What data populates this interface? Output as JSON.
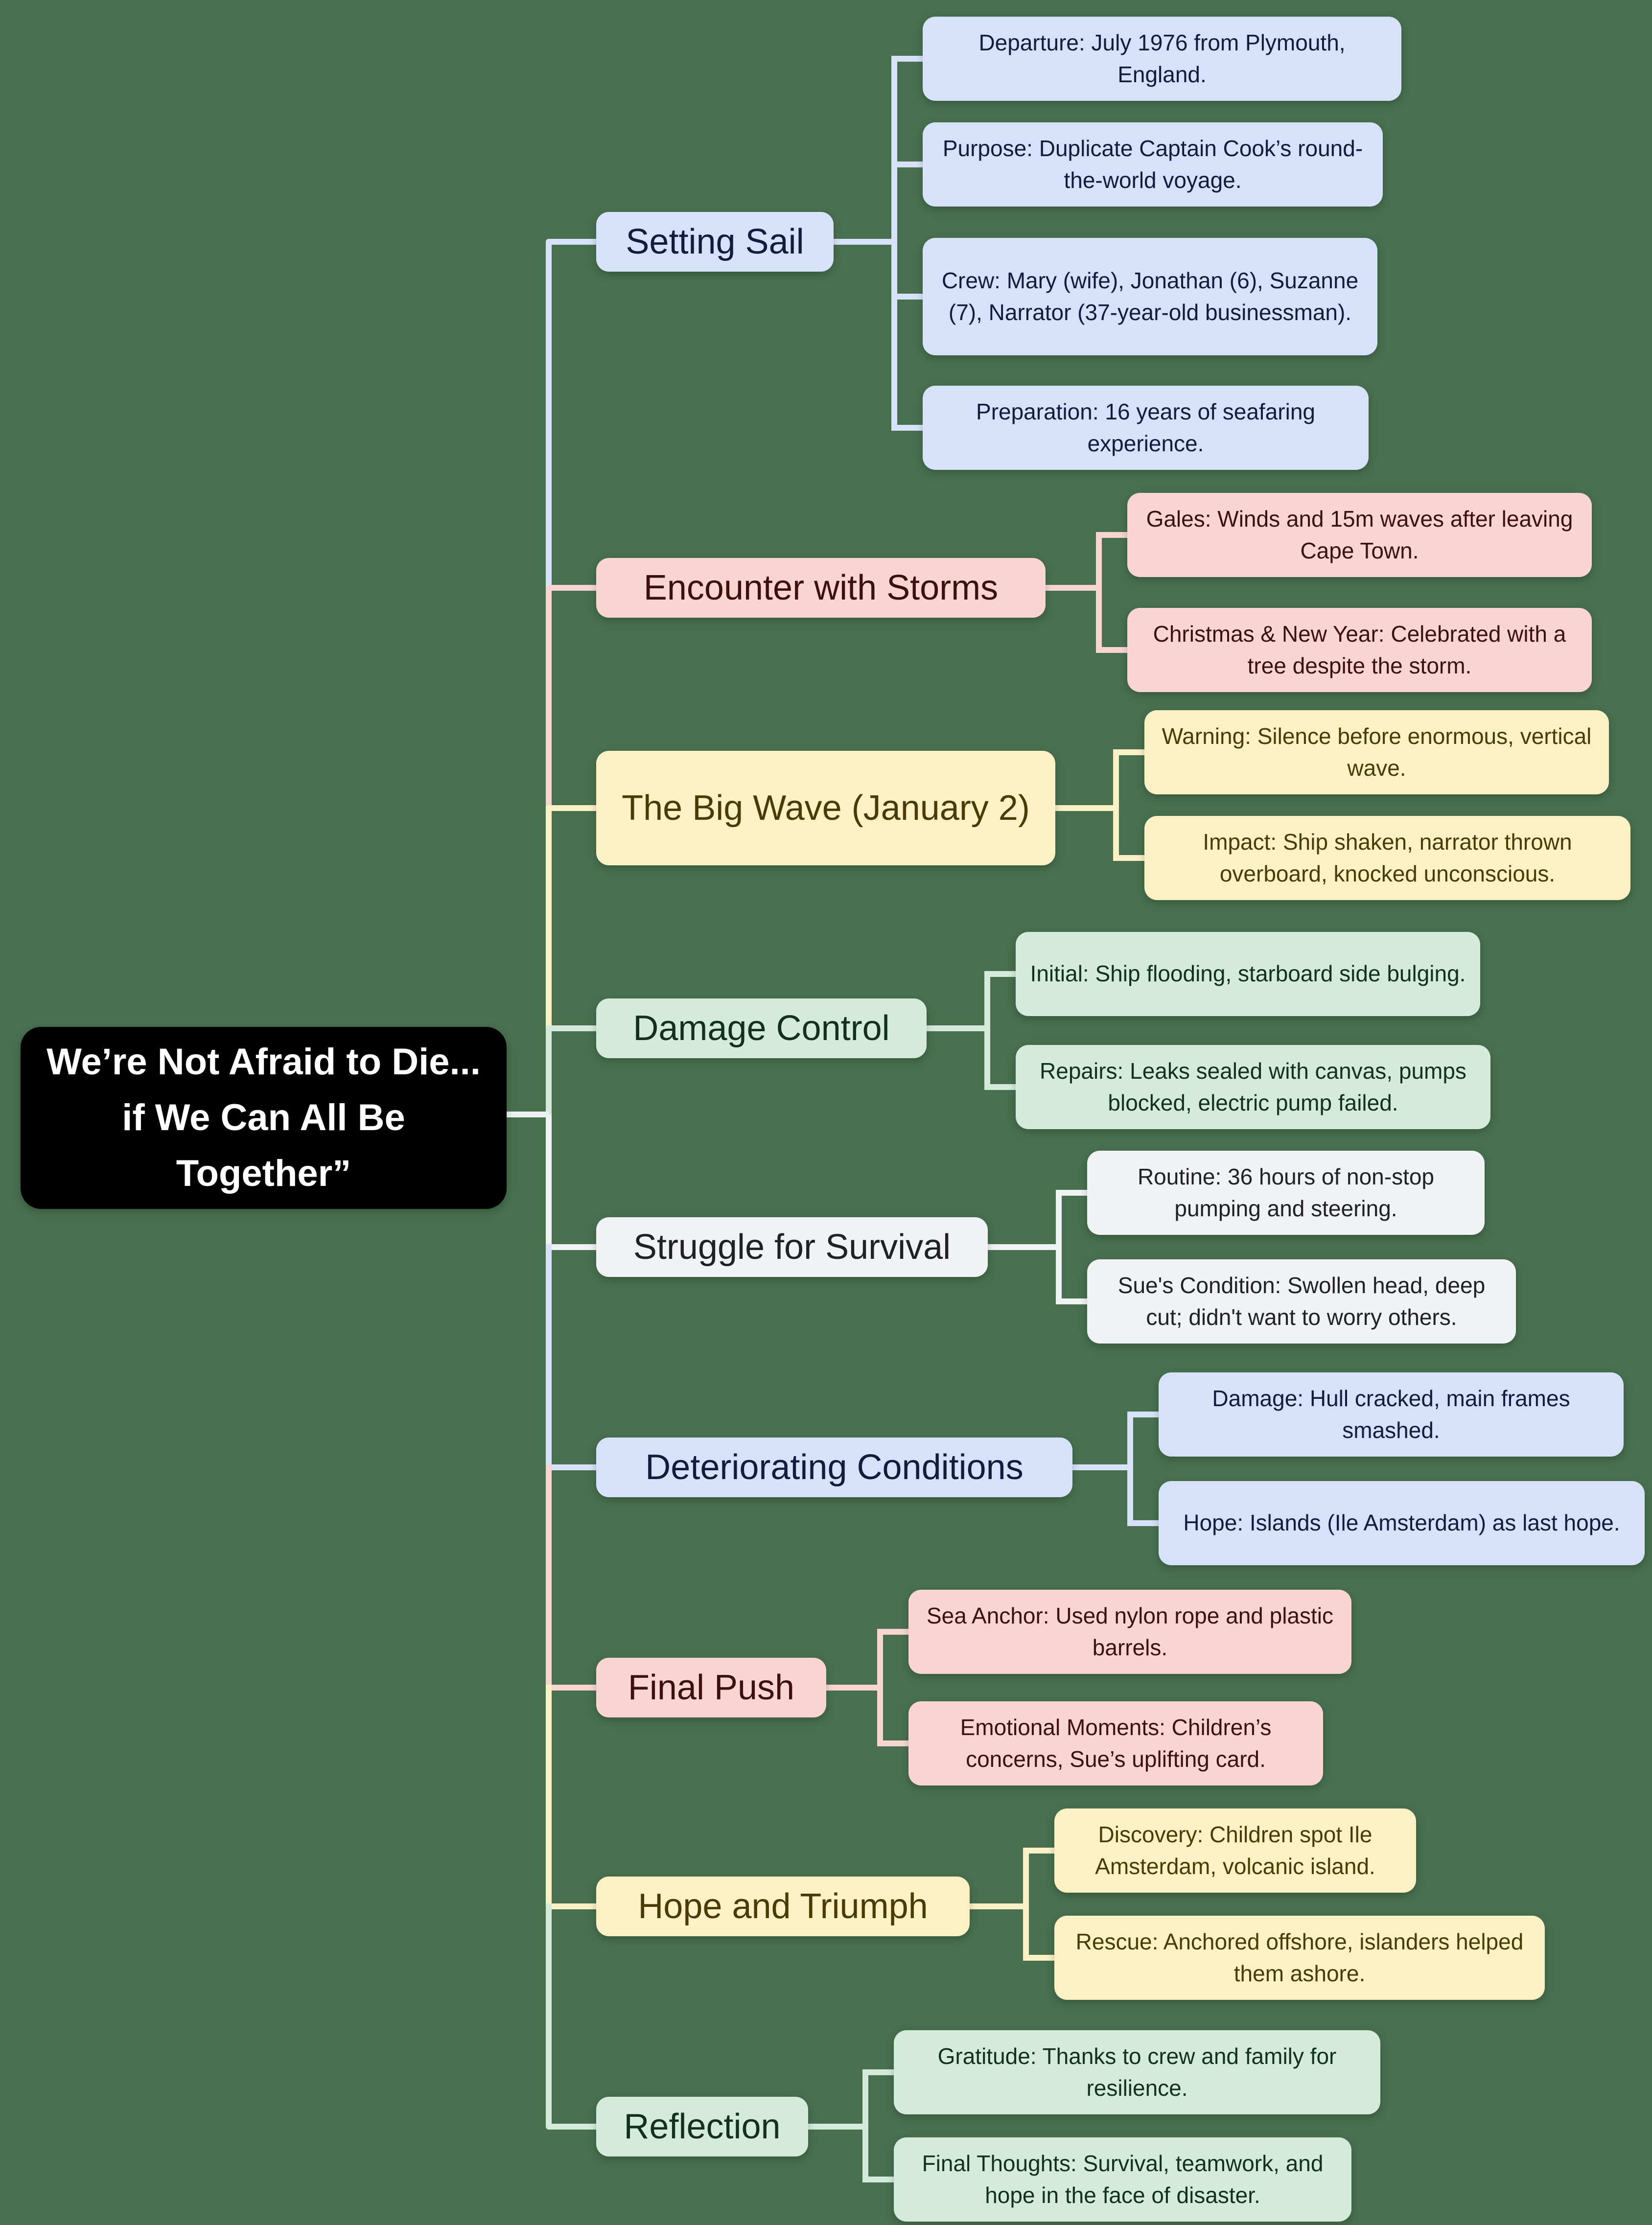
{
  "background_color": "#48704f",
  "root": {
    "title": "We’re Not Afraid to Die... if We Can All Be Together”"
  },
  "palette": {
    "blue": {
      "fill": "#d5e2fa",
      "text": "#141b3c"
    },
    "pink": {
      "fill": "#f9d5d2",
      "text": "#3e100d"
    },
    "yellow": {
      "fill": "#fcf0c5",
      "text": "#4a3a06"
    },
    "mint": {
      "fill": "#d4ebdb",
      "text": "#12301d"
    },
    "gray": {
      "fill": "#f1f2f4",
      "text": "#202124"
    },
    "central_fill": "#000000",
    "central_text": "#ffffff",
    "trunk_connector": "#eef0f3"
  },
  "branches": [
    {
      "label": "Setting Sail",
      "color": "blue",
      "children": [
        "Departure: July 1976 from Plymouth, England.",
        "Purpose: Duplicate Captain Cook’s round-the-world voyage.",
        "Crew: Mary (wife), Jonathan (6), Suzanne (7), Narrator (37-year-old businessman).",
        "Preparation: 16 years of seafaring experience."
      ]
    },
    {
      "label": "Encounter with Storms",
      "color": "pink",
      "children": [
        "Gales: Winds and 15m waves after leaving Cape Town.",
        "Christmas & New Year: Celebrated with a tree despite the storm."
      ]
    },
    {
      "label": "The Big Wave (January 2)",
      "color": "yellow",
      "children": [
        "Warning: Silence before enormous, vertical wave.",
        "Impact: Ship shaken, narrator thrown overboard, knocked unconscious."
      ]
    },
    {
      "label": "Damage Control",
      "color": "mint",
      "children": [
        "Initial: Ship flooding, starboard side bulging.",
        "Repairs: Leaks sealed with canvas, pumps blocked, electric pump failed."
      ]
    },
    {
      "label": "Struggle for Survival",
      "color": "gray",
      "children": [
        "Routine: 36 hours of non-stop pumping and steering.",
        "Sue's Condition: Swollen head, deep cut; didn't want to worry others."
      ]
    },
    {
      "label": "Deteriorating Conditions",
      "color": "blue",
      "children": [
        "Damage: Hull cracked, main frames smashed.",
        "Hope: Islands (Ile Amsterdam) as last hope."
      ]
    },
    {
      "label": "Final Push",
      "color": "pink",
      "children": [
        "Sea Anchor: Used nylon rope and plastic barrels.",
        "Emotional Moments: Children’s concerns, Sue’s uplifting card."
      ]
    },
    {
      "label": "Hope and Triumph",
      "color": "yellow",
      "children": [
        "Discovery: Children spot Ile Amsterdam, volcanic island.",
        "Rescue: Anchored offshore, islanders helped them ashore."
      ]
    },
    {
      "label": "Reflection",
      "color": "mint",
      "children": [
        "Gratitude: Thanks to crew and family for resilience.",
        "Final Thoughts: Survival, teamwork, and hope in the face of disaster."
      ]
    }
  ]
}
